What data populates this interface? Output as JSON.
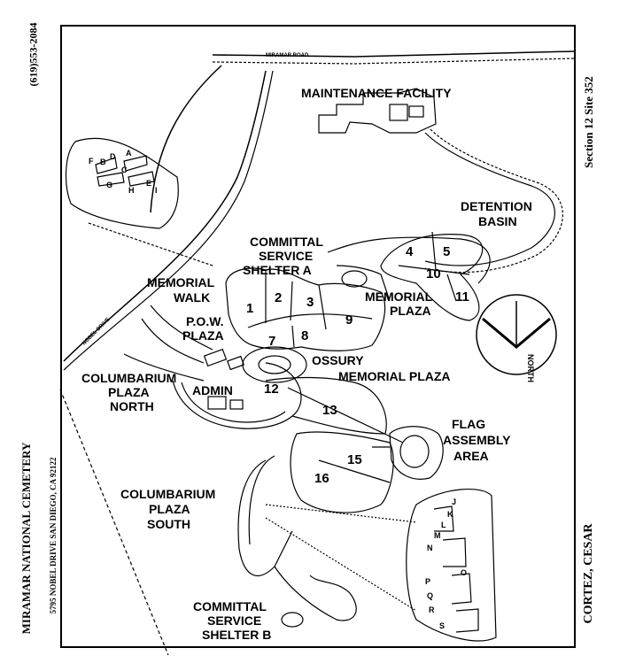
{
  "margins": {
    "phone": "(619)553-2084",
    "cemetery_name": "MIRAMAR NATIONAL CEMETERY",
    "cemetery_address": "5795 NOBEL DRIVE SAN DIEGO, CA 92122",
    "section_site": "Section 12  Site 352",
    "deceased_name": "CORTEZ, CESAR"
  },
  "map": {
    "roads": {
      "miramar_road": "MIRAMAR ROAD",
      "nobel_drive": "NOBEL DRIVE"
    },
    "areas": {
      "maintenance_facility": "MAINTENANCE FACILITY",
      "detention_basin_1": "DETENTION",
      "detention_basin_2": "BASIN",
      "committal_a_1": "COMMITTAL",
      "committal_a_2": "SERVICE",
      "committal_a_3": "SHELTER A",
      "memorial_walk_1": "MEMORIAL",
      "memorial_walk_2": "WALK",
      "pow_plaza_1": "P.O.W.",
      "pow_plaza_2": "PLAZA",
      "memorial_plaza_1": "MEMORIAL",
      "memorial_plaza_2": "PLAZA",
      "ossuary": "OSSURY",
      "memorial_plaza_lower": "MEMORIAL PLAZA",
      "columbarium_north_1": "COLUMBARIUM",
      "columbarium_north_2": "PLAZA",
      "columbarium_north_3": "NORTH",
      "admin": "ADMIN",
      "flag_assembly_1": "FLAG",
      "flag_assembly_2": "ASSEMBLY",
      "flag_assembly_3": "AREA",
      "columbarium_south_1": "COLUMBARIUM",
      "columbarium_south_2": "PLAZA",
      "columbarium_south_3": "SOUTH",
      "committal_b_1": "COMMITTAL",
      "committal_b_2": "SERVICE",
      "committal_b_3": "SHELTER B"
    },
    "sections": [
      "1",
      "2",
      "3",
      "4",
      "5",
      "7",
      "8",
      "9",
      "10",
      "11",
      "12",
      "13",
      "15",
      "16"
    ],
    "inset_letters_north": [
      "A",
      "B",
      "C",
      "D",
      "E",
      "F",
      "G",
      "H",
      "I"
    ],
    "inset_letters_south": [
      "J",
      "K",
      "L",
      "M",
      "N",
      "O",
      "P",
      "Q",
      "R",
      "S"
    ],
    "compass_label": "NORTH"
  }
}
